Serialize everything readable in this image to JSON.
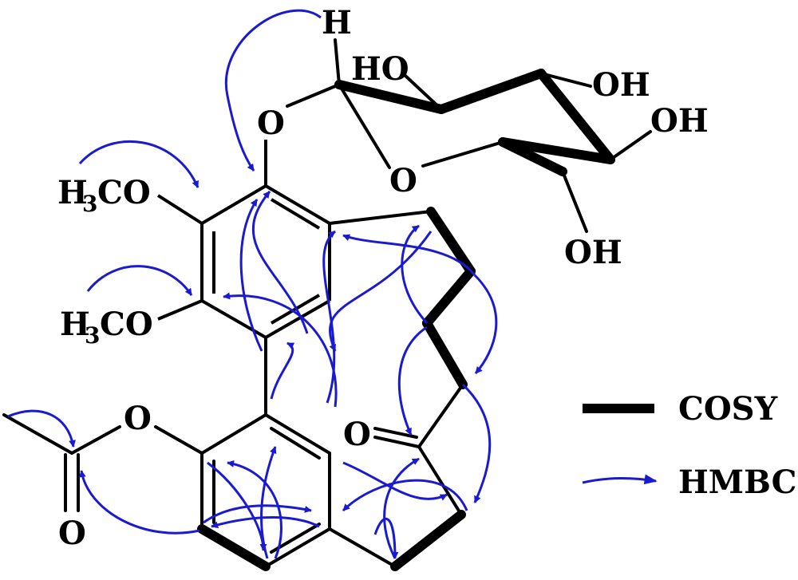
{
  "colors": {
    "bond": "#000000",
    "hmbc": "#1a1ad0",
    "background": "#ffffff"
  },
  "atoms": {
    "h_anomeric": "H",
    "ho_sugar": "HO",
    "oh_sugar_top": "OH",
    "oh_sugar_right": "OH",
    "oh_ch2": "OH",
    "o_glycoside": "O",
    "o_ring": "O",
    "o_acetyl_ester": "O",
    "o_acetyl_carbonyl": "O",
    "o_ketone": "O",
    "methoxy_1_h": "H",
    "methoxy_1_sub": "3",
    "methoxy_1_co": "CO",
    "methoxy_2_h": "H",
    "methoxy_2_sub": "3",
    "methoxy_2_co": "CO"
  },
  "legend": {
    "cosy_label": "COSY",
    "hmbc_label": "HMBC"
  }
}
